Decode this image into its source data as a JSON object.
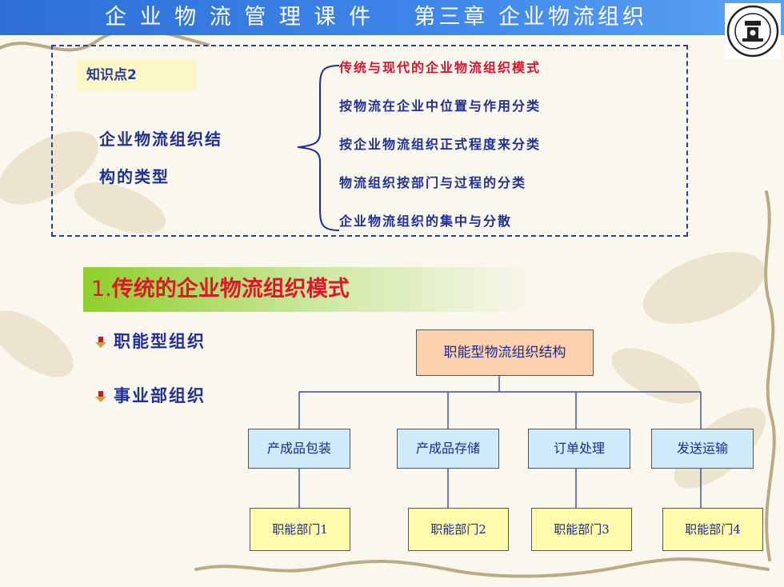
{
  "header": {
    "title": "企 业 物 流 管 理 课 件    第三章 企业物流组织"
  },
  "knowledge_point": {
    "label": "知识点2",
    "main_line1": "企业物流组织结",
    "main_line2": "构的类型",
    "items": [
      {
        "label": "传统与现代的企业物流组织模式"
      },
      {
        "label": "按物流在企业中位置与作用分类"
      },
      {
        "label": "按企业物流组织正式程度来分类"
      },
      {
        "label": "物流组织按部门与过程的分类"
      },
      {
        "label": "企业物流组织的集中与分散"
      }
    ]
  },
  "section": {
    "number": "1.",
    "title": "传统的企业物流组织模式"
  },
  "bullets": [
    {
      "label": "职能型组织"
    },
    {
      "label": "事业部组织"
    }
  ],
  "org_chart": {
    "root": "职能型物流组织结构",
    "departments": [
      {
        "name": "产成品包装",
        "unit": "职能部门1"
      },
      {
        "name": "产成品存储",
        "unit": "职能部门2"
      },
      {
        "name": "订单处理",
        "unit": "职能部门3"
      },
      {
        "name": "发送运输",
        "unit": "职能部门4"
      }
    ]
  },
  "colors": {
    "header": "#3f86ea",
    "highlight": "#d4142f",
    "navy_text": "#1e2f96",
    "section_bar": "#8fcf2a",
    "root_box": "#fbd2ad",
    "mid_box": "#cfeaf9",
    "leaf_box": "#fffcab"
  }
}
